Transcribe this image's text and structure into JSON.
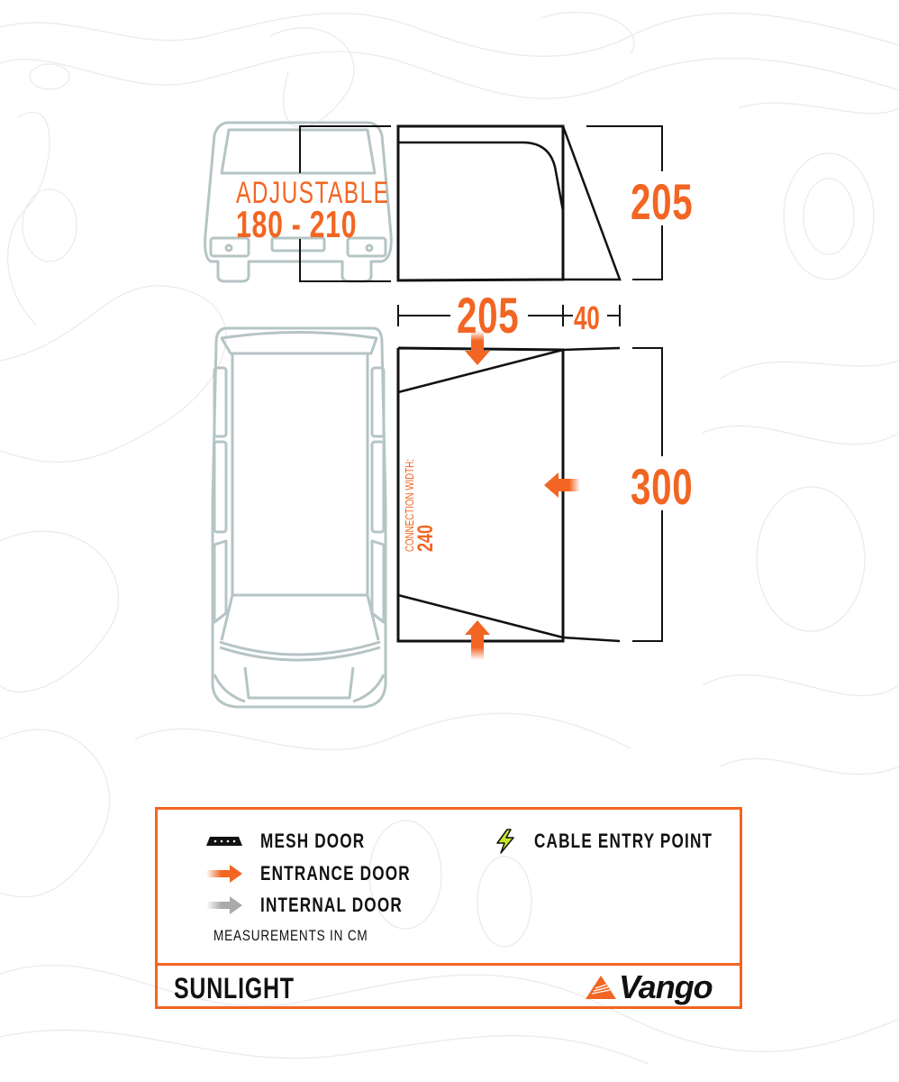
{
  "diagram": {
    "front_view": {
      "vehicle_label": "ADJUSTABLE",
      "height_range": "180 - 210",
      "awning_height": "205"
    },
    "side_dimensions": {
      "depth": "205",
      "extension": "40"
    },
    "top_view": {
      "width": "300",
      "connection_label": "CONNECTION WIDTH:",
      "connection_width": "240"
    }
  },
  "legend": {
    "items": [
      {
        "icon": "mesh-door-icon",
        "label": "MESH DOOR"
      },
      {
        "icon": "entrance-door-arrow-icon",
        "label": "ENTRANCE DOOR"
      },
      {
        "icon": "internal-door-arrow-icon",
        "label": "INTERNAL DOOR"
      },
      {
        "icon": "lightning-bolt-icon",
        "label": "CABLE ENTRY POINT"
      }
    ],
    "note": "MEASUREMENTS IN CM",
    "model_name": "SUNLIGHT",
    "brand": "Vango"
  },
  "colors": {
    "accent": "#f26522",
    "line": "#111111",
    "vehicle": "#b5c4c4",
    "cable": "#c8e62a",
    "internal": "#aaaaaa"
  }
}
